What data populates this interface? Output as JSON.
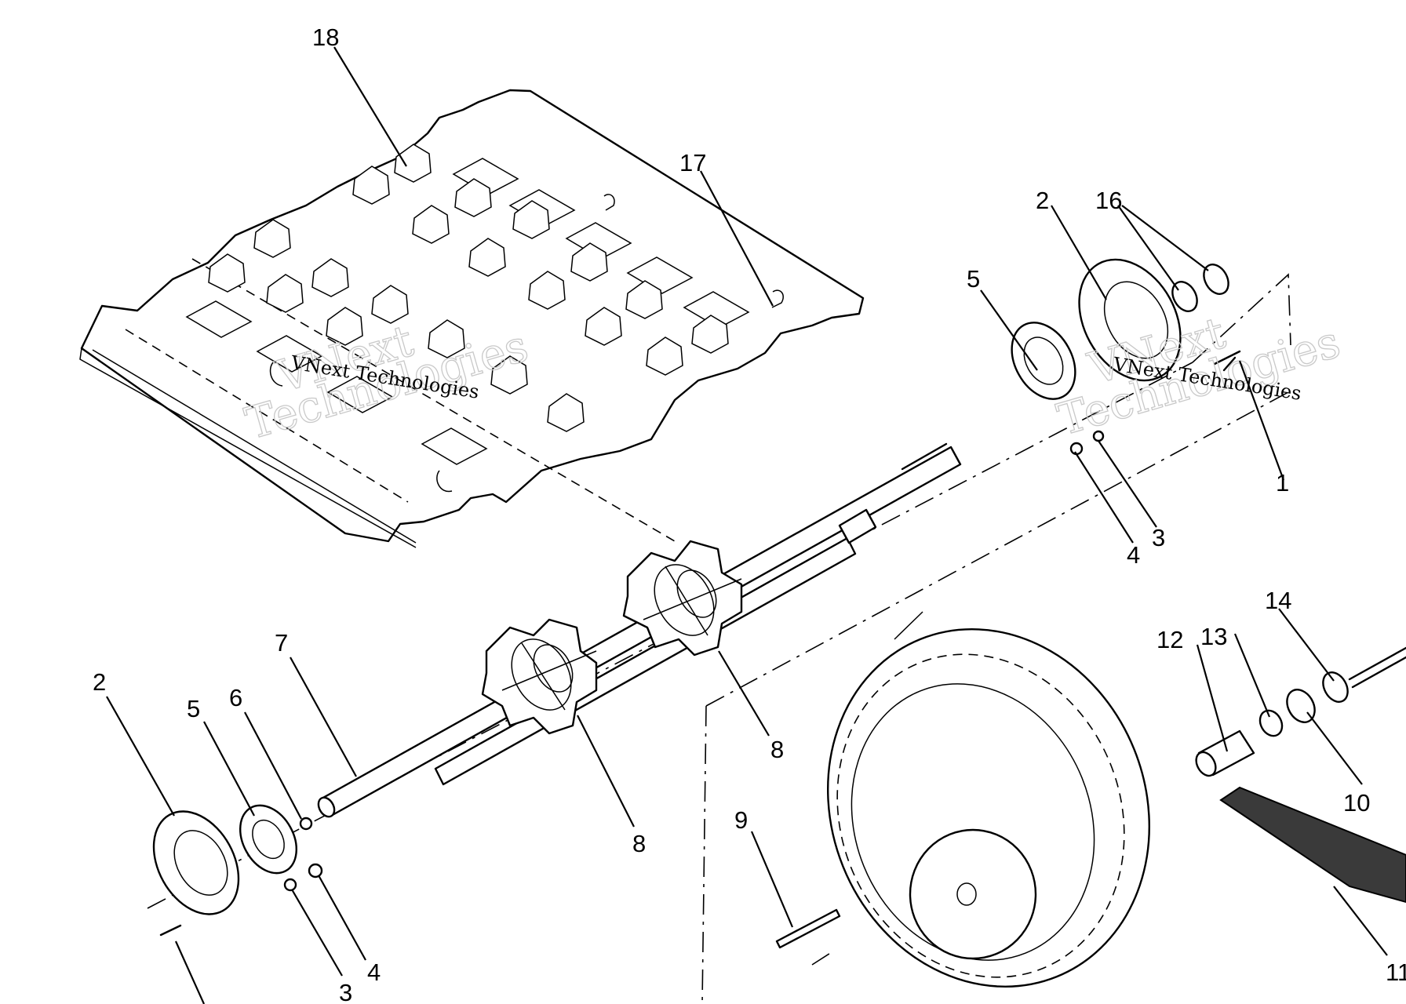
{
  "callouts": {
    "c1": "1",
    "c2a": "2",
    "c2b": "2",
    "c3a": "3",
    "c3b": "3",
    "c4a": "4",
    "c4b": "4",
    "c5a": "5",
    "c5b": "5",
    "c6": "6",
    "c7": "7",
    "c8a": "8",
    "c8b": "8",
    "c9": "9",
    "c10": "10",
    "c11": "11",
    "c12": "12",
    "c13": "13",
    "c14": "14",
    "c16": "16",
    "c17": "17",
    "c18": "18"
  },
  "watermark": {
    "line1": "VNext Technologies",
    "big1": "VNext",
    "big2": "Technologies"
  },
  "colors": {
    "line": "#000000",
    "watermark": "#c9c9c9",
    "belt": "#3a3a3a"
  }
}
